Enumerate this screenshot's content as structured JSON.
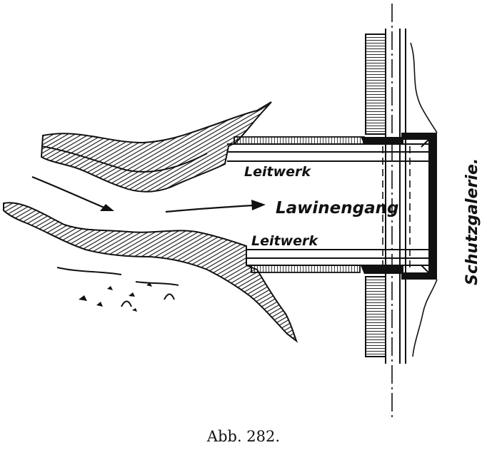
{
  "labels": {
    "leitwerk_top": "Leitwerk",
    "lawinengang": "Lawinengang",
    "leitwerk_bottom": "Leitwerk",
    "schutzgalerie": "Schutzgalerie."
  },
  "caption": "Abb. 282.",
  "colors": {
    "ink": "#111111",
    "paper": "#ffffff"
  }
}
